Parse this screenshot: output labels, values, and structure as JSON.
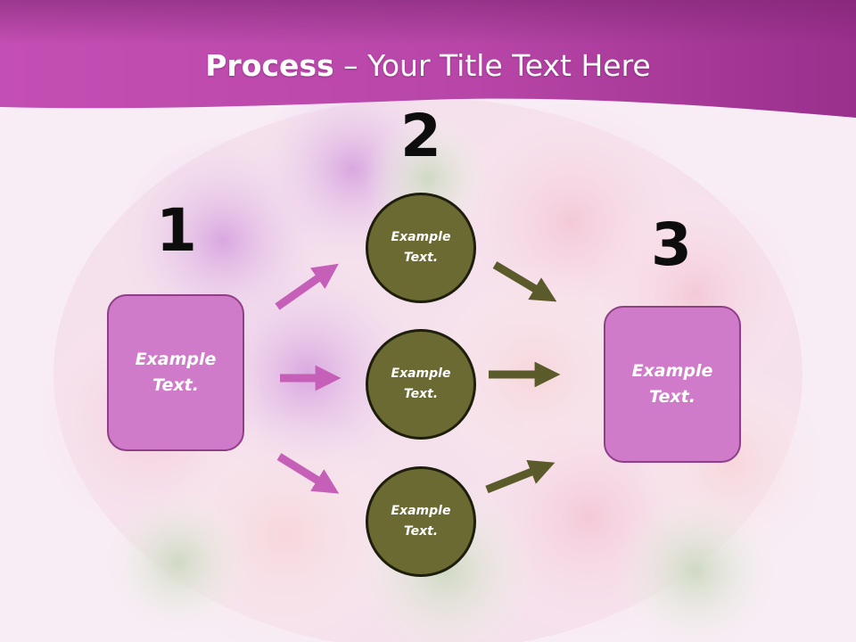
{
  "slide": {
    "title_bold": "Process",
    "title_rest": " – Your Title Text Here",
    "numbers": [
      "1",
      "2",
      "3"
    ],
    "boxes": {
      "left": {
        "line1": "Example",
        "line2": "Text."
      },
      "right": {
        "line1": "Example",
        "line2": "Text."
      }
    },
    "circles": [
      {
        "line1": "Example",
        "line2": "Text."
      },
      {
        "line1": "Example",
        "line2": "Text."
      },
      {
        "line1": "Example",
        "line2": "Text."
      }
    ]
  },
  "colors": {
    "header": "#b045a4",
    "box_fill": "#cf7bc9",
    "box_border": "#8e3f86",
    "circle_fill": "#6b6a32",
    "circle_border": "#1e1e0c",
    "arrow_pink": "#c65fb8",
    "arrow_olive": "#5b5a2a",
    "background": "#f7eaf4"
  }
}
